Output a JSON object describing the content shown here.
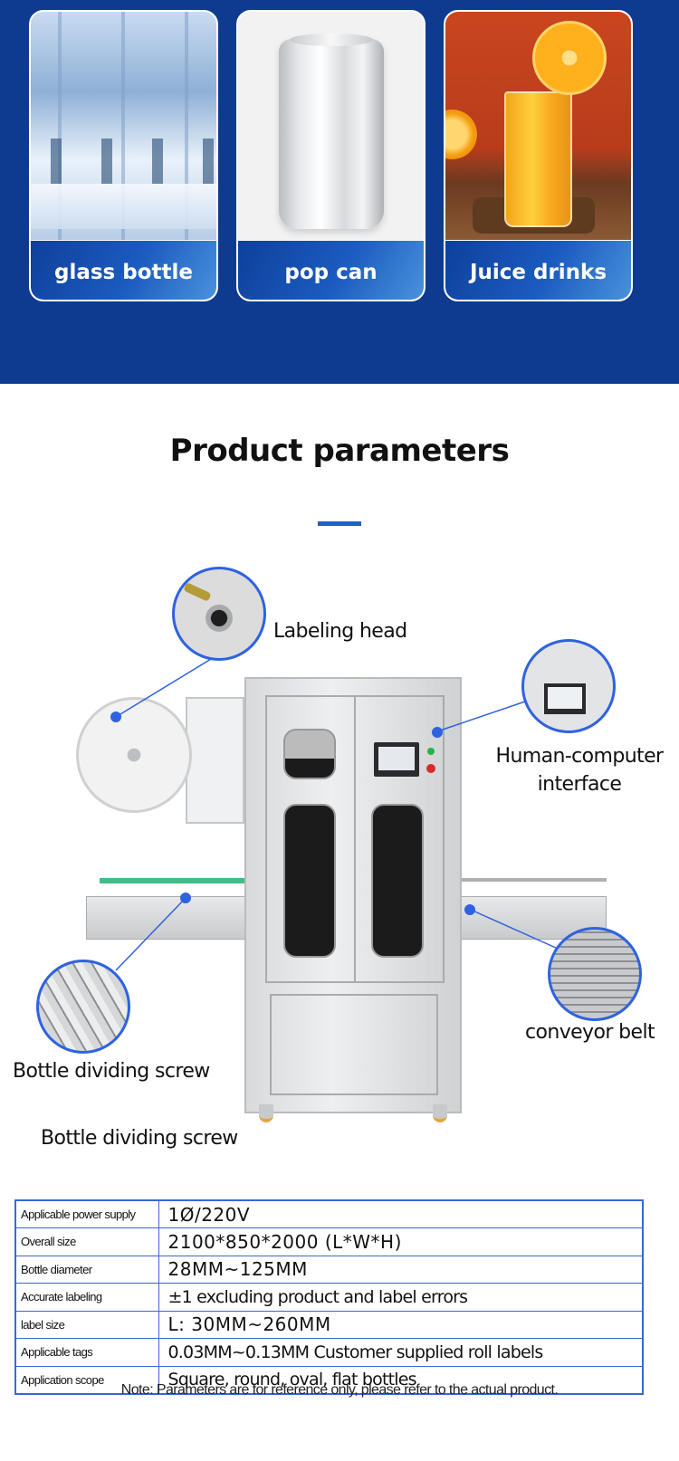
{
  "colors": {
    "band_blue": "#0e3b8f",
    "accent_blue": "#2361b8",
    "table_border": "#3a66d6",
    "callout_blue": "#2e62e0"
  },
  "applications": [
    {
      "label": "glass bottle",
      "image": "bottle-filling-line-photo"
    },
    {
      "label": "pop can",
      "image": "aluminum-can-photo"
    },
    {
      "label": "Juice drinks",
      "image": "orange-juice-glass-photo"
    }
  ],
  "section": {
    "title": "Product parameters"
  },
  "diagram": {
    "image": "sleeve-labeling-machine-photo",
    "callouts": {
      "labeling_head": "Labeling head",
      "hmi_line1": "Human-computer",
      "hmi_line2": "interface",
      "conveyor_belt": "conveyor belt",
      "bottle_dividing_screw": "Bottle dividing screw"
    }
  },
  "spec": {
    "heading": "Bottle dividing screw",
    "rows": [
      {
        "key": "Applicable power supply",
        "value": "1Ø/220V"
      },
      {
        "key": "Overall size",
        "value": "2100*850*2000 (L*W*H)"
      },
      {
        "key": "Bottle diameter",
        "value": "28MM~125MM"
      },
      {
        "key": "Accurate labeling",
        "value": "±1 excluding product and label errors"
      },
      {
        "key": "label size",
        "value": "L: 30MM~260MM"
      },
      {
        "key": "Applicable tags",
        "value": "0.03MM~0.13MM   Customer supplied roll labels"
      },
      {
        "key": "Application scope",
        "value": "Square, round, oval, flat bottles"
      }
    ]
  },
  "note": "Note: Parameters are for reference only, please refer to the actual product."
}
